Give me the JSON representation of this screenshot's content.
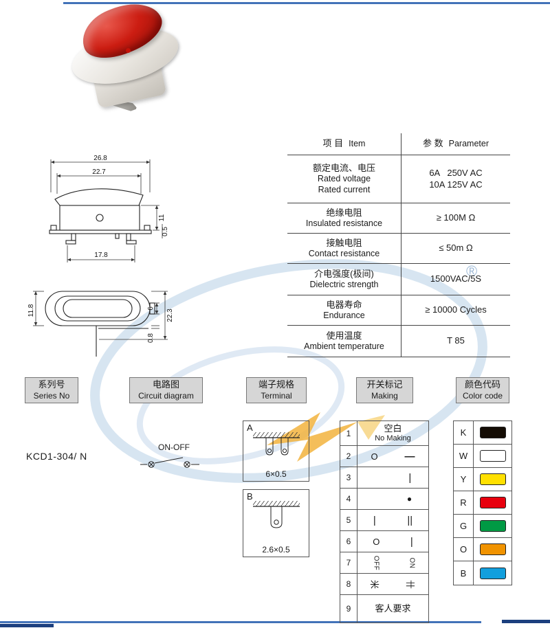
{
  "colors": {
    "accent_blue": "#4272b8",
    "dark_blue": "#1c3f7e",
    "watermark_blue": "#b7cfe6",
    "arrow_orange": "#f2b33d",
    "product_red": "#cc1d12"
  },
  "watermark": {
    "registered": "®"
  },
  "drawings": {
    "front": {
      "dim_top": "26.8",
      "dim_rocker": "22.7",
      "dim_height": "11",
      "dim_flange": "0.5",
      "dim_feet": "17.8"
    },
    "top": {
      "dim_width": "11.8",
      "dim_inner": "6",
      "dim_total": "22.3",
      "dim_leg": "0.8"
    }
  },
  "spec": {
    "header": {
      "cn_item": "项 目",
      "en_item": "Item",
      "cn_param": "参 数",
      "en_param": "Parameter"
    },
    "rows": [
      {
        "cn": "额定电流、电压",
        "en": "Rated voltage",
        "en2": "Rated current",
        "param": "6A   250V AC",
        "param2": "10A 125V AC"
      },
      {
        "cn": "绝缘电阻",
        "en": "Insulated resistance",
        "param": "≥ 100M Ω"
      },
      {
        "cn": "接触电阻",
        "en": "Contact resistance",
        "param": "≤ 50m Ω"
      },
      {
        "cn": "介电强度(极间)",
        "en": "Dielectric strength",
        "param": "1500VAC/5S"
      },
      {
        "cn": "电器寿命",
        "en": "Endurance",
        "param": "≥ 10000 Cycles"
      },
      {
        "cn": "使用温度",
        "en": "Ambient temperature",
        "param": "T 85"
      }
    ]
  },
  "sections": {
    "series": {
      "cn": "系列号",
      "en": "Series No",
      "value": "KCD1-304/ N"
    },
    "circuit": {
      "cn": "电路图",
      "en": "Circuit diagram",
      "label": "ON-OFF"
    },
    "terminal": {
      "cn": "端子规格",
      "en": "Terminal",
      "a_label": "A",
      "a_size": "6×0.5",
      "b_label": "B",
      "b_size": "2.6×0.5"
    },
    "making": {
      "cn": "开关标记",
      "en": "Making",
      "rows": [
        {
          "no": "1",
          "text_cn": "空白",
          "text_en": "No Making"
        },
        {
          "no": "2",
          "left": "O",
          "right": "—"
        },
        {
          "no": "3",
          "left": "",
          "right": "|"
        },
        {
          "no": "4",
          "left": "",
          "right": "●"
        },
        {
          "no": "5",
          "left": "|",
          "right": "||"
        },
        {
          "no": "6",
          "left": "O",
          "right": "|"
        },
        {
          "no": "7",
          "left": "OFF",
          "right": "ON"
        },
        {
          "no": "8",
          "left": "米",
          "right": "卄"
        },
        {
          "no": "9",
          "text_cn": "客人要求"
        }
      ]
    },
    "color_code": {
      "cn": "颜色代码",
      "en": "Color code",
      "codes": [
        {
          "letter": "K",
          "hex": "#140c04"
        },
        {
          "letter": "W",
          "hex": "#ffffff"
        },
        {
          "letter": "Y",
          "hex": "#ffe000"
        },
        {
          "letter": "R",
          "hex": "#e8000e"
        },
        {
          "letter": "G",
          "hex": "#009a44"
        },
        {
          "letter": "O",
          "hex": "#f19300"
        },
        {
          "letter": "B",
          "hex": "#129fdd"
        }
      ]
    }
  }
}
